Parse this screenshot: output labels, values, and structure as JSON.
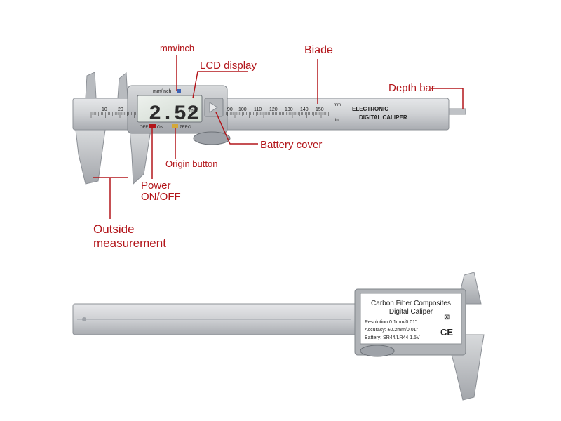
{
  "callouts": {
    "mm_inch": "mm/inch",
    "lcd_display": "LCD display",
    "biade": "Biade",
    "depth_bar": "Depth bar",
    "battery_cover": "Battery cover",
    "origin_button": "Origin button",
    "power_line1": "Power",
    "power_line2": "ON/OFF",
    "outside_line1": "Outside",
    "outside_line2": "measurement"
  },
  "caliper_front": {
    "lcd_value": "2.52",
    "lcd_unit": "mm",
    "lcd_mode_label": "mm/inch",
    "button_off": "OFF",
    "button_on": "ON",
    "button_zero": "ZERO",
    "scale_labels": [
      "10",
      "20",
      "90",
      "100",
      "110",
      "120",
      "130",
      "140",
      "150"
    ],
    "unit_mm": "mm",
    "unit_in": "in",
    "brand_line1": "ELECTRONIC",
    "brand_line2": "DIGITAL CALIPER"
  },
  "caliper_back": {
    "label_line1": "Carbon Fiber Composites",
    "label_line2": "Digital Caliper",
    "resolution": "Resolution:0.1mm/0.01\"",
    "accuracy": "Accuracy: ±0.2mm/0.01\"",
    "battery": "Battery: SR44/LR44 1.5V",
    "ce_mark": "CE",
    "weee_mark": "⊠"
  },
  "colors": {
    "callout_red": "#b3161b",
    "caliper_gray": "#c7c9cc",
    "lcd_green": "#dfe6df"
  }
}
